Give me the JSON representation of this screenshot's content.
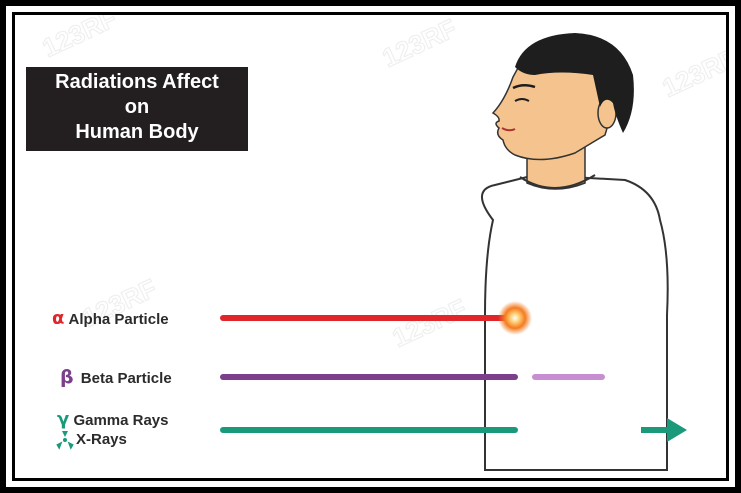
{
  "title": {
    "line1": "Radiations Affect",
    "line2": "on",
    "line3": "Human Body"
  },
  "radiations": [
    {
      "symbol": "α",
      "label": "Alpha Particle",
      "color": "#e0252b",
      "outcome": "stopped at skin"
    },
    {
      "symbol": "β",
      "label": "Beta Particle",
      "color": "#7b3f8c",
      "outcome": "partially penetrates"
    },
    {
      "symbol": "γ",
      "label": "Gamma Rays",
      "color": "#1a9a7a",
      "outcome": "passes through"
    },
    {
      "symbol_icon": "radiation-trefoil-icon",
      "label": "X-Rays",
      "color": "#1a9a7a"
    }
  ],
  "watermark": "123RF",
  "colors": {
    "skin": "#f5c48e",
    "hair": "#1e1e1e",
    "title_bg": "#231f20",
    "glow": "#f47b20"
  }
}
